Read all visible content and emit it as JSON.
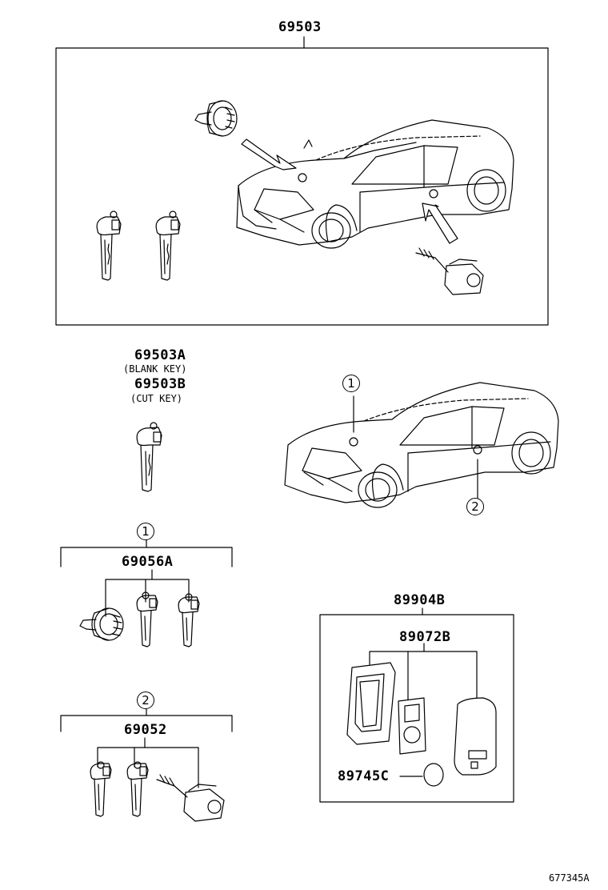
{
  "labels": {
    "main_kit": "69503",
    "key_a": "69503A",
    "key_a_note": "(BLANK KEY)",
    "key_b": "69503B",
    "key_b_note": "(CUT KEY)",
    "callout_1": "1",
    "callout_2": "2",
    "set_1_part": "69056A",
    "set_2_part": "69052",
    "transmitter_assy": "89904B",
    "transmitter_case": "89072B",
    "battery": "89745C",
    "diagram_ref": "677345A"
  },
  "colors": {
    "line": "#000000",
    "background": "#ffffff"
  }
}
